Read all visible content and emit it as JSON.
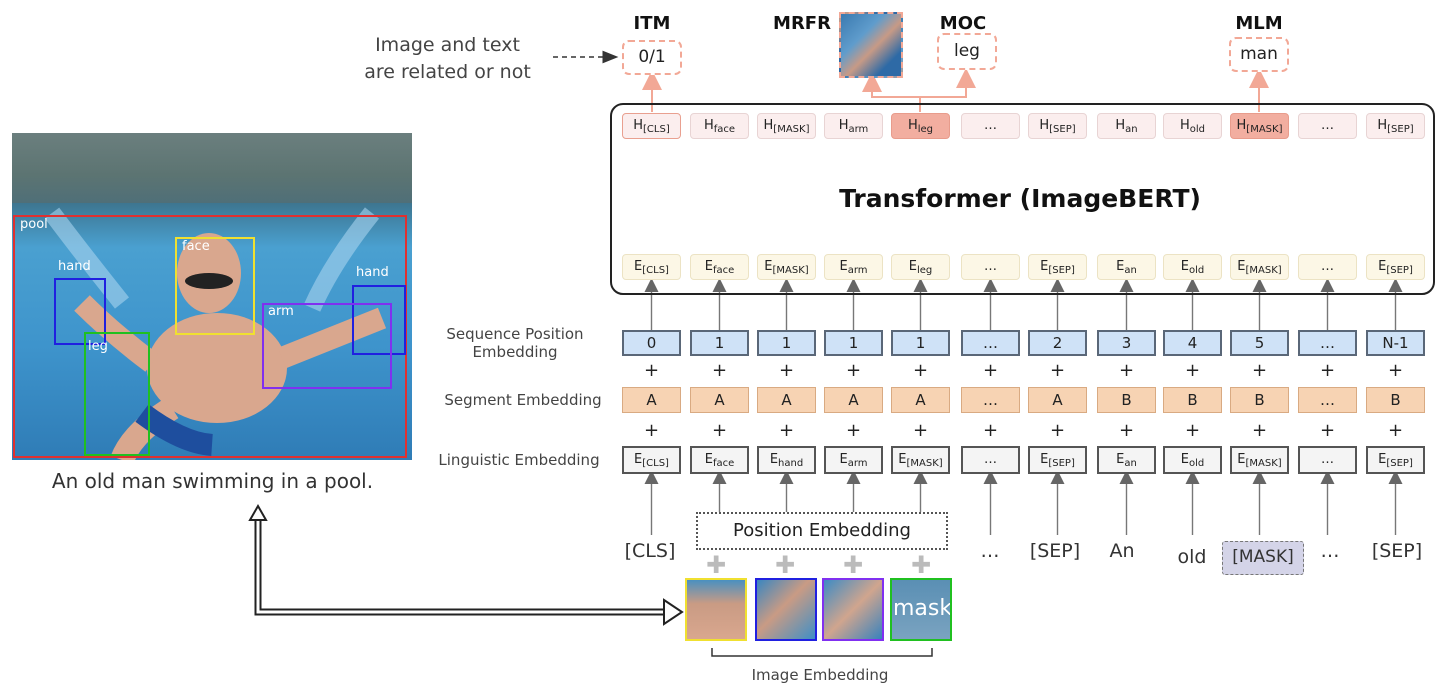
{
  "objectives": {
    "itm": {
      "title": "ITM",
      "value": "0/1"
    },
    "mrfr": {
      "title": "MRFR"
    },
    "moc": {
      "title": "MOC",
      "value": "leg"
    },
    "mlm": {
      "title": "MLM",
      "value": "man"
    }
  },
  "itm_note": [
    "Image and text",
    "are related or not"
  ],
  "transformer_title": "Transformer (ImageBERT)",
  "hidden_tokens": [
    {
      "base": "H",
      "sub": "[CLS]"
    },
    {
      "base": "H",
      "sub": "face"
    },
    {
      "base": "H",
      "sub": "[MASK]"
    },
    {
      "base": "H",
      "sub": "arm"
    },
    {
      "base": "H",
      "sub": "leg"
    },
    {
      "base": "…",
      "sub": ""
    },
    {
      "base": "H",
      "sub": "[SEP]"
    },
    {
      "base": "H",
      "sub": "an"
    },
    {
      "base": "H",
      "sub": "old"
    },
    {
      "base": "H",
      "sub": "[MASK]"
    },
    {
      "base": "…",
      "sub": ""
    },
    {
      "base": "H",
      "sub": "[SEP]"
    }
  ],
  "input_embeddings": [
    {
      "base": "E",
      "sub": "[CLS]"
    },
    {
      "base": "E",
      "sub": "face"
    },
    {
      "base": "E",
      "sub": "[MASK]"
    },
    {
      "base": "E",
      "sub": "arm"
    },
    {
      "base": "E",
      "sub": "leg"
    },
    {
      "base": "…",
      "sub": ""
    },
    {
      "base": "E",
      "sub": "[SEP]"
    },
    {
      "base": "E",
      "sub": "an"
    },
    {
      "base": "E",
      "sub": "old"
    },
    {
      "base": "E",
      "sub": "[MASK]"
    },
    {
      "base": "…",
      "sub": ""
    },
    {
      "base": "E",
      "sub": "[SEP]"
    }
  ],
  "row_labels": {
    "position": [
      "Sequence Position",
      "Embedding"
    ],
    "segment": "Segment Embedding",
    "linguistic": "Linguistic Embedding"
  },
  "sequence_positions": [
    "0",
    "1",
    "1",
    "1",
    "1",
    "…",
    "2",
    "3",
    "4",
    "5",
    "…",
    "N-1"
  ],
  "segments": [
    "A",
    "A",
    "A",
    "A",
    "A",
    "…",
    "A",
    "B",
    "B",
    "B",
    "…",
    "B"
  ],
  "linguistic_embeddings": [
    {
      "base": "E",
      "sub": "[CLS]"
    },
    {
      "base": "E",
      "sub": "face"
    },
    {
      "base": "E",
      "sub": "hand"
    },
    {
      "base": "E",
      "sub": "arm"
    },
    {
      "base": "E",
      "sub": "[MASK]"
    },
    {
      "base": "…",
      "sub": ""
    },
    {
      "base": "E",
      "sub": "[SEP]"
    },
    {
      "base": "E",
      "sub": "an"
    },
    {
      "base": "E",
      "sub": "old"
    },
    {
      "base": "E",
      "sub": "[MASK]"
    },
    {
      "base": "…",
      "sub": ""
    },
    {
      "base": "E",
      "sub": "[SEP]"
    }
  ],
  "text_tokens": [
    "[CLS]",
    "…",
    "[SEP]",
    "An",
    "old",
    "[MASK]",
    "…",
    "[SEP]"
  ],
  "position_embedding_label": "Position Embedding",
  "image_embedding_label": "Image Embedding",
  "patch_mask_label": "mask",
  "image_caption": "An old man swimming in a pool.",
  "bbox_labels": [
    "pool",
    "hand",
    "face",
    "hand",
    "arm",
    "leg"
  ],
  "colors": {
    "highlight": "#f2aea0",
    "hidden_cell": "#fbeeee",
    "embedding_cell": "#fcf7e6",
    "position_cell": "#cfe2f7",
    "segment_cell": "#f7d3b3",
    "arrow": "#f2a896",
    "box_pool": "#e03030",
    "box_face": "#f0e030",
    "box_hand": "#2020e0",
    "box_arm": "#8030f0",
    "box_leg": "#20c020"
  }
}
